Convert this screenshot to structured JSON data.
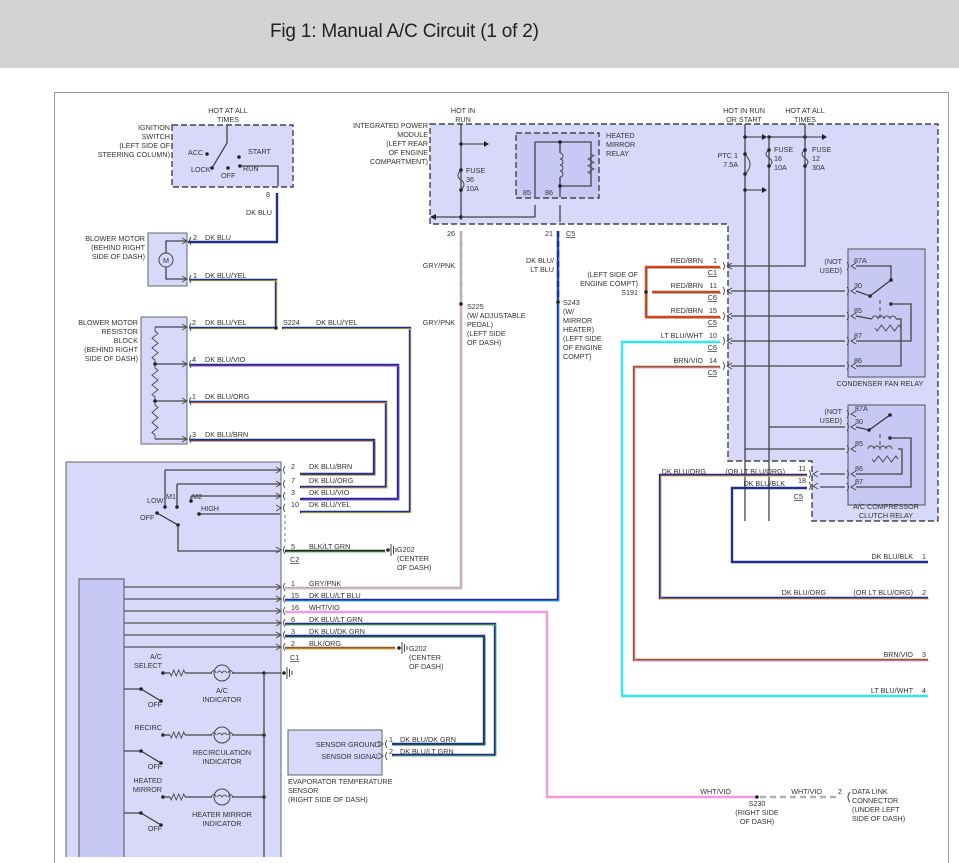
{
  "header": {
    "title": "Fig 1: Manual A/C Circuit (1 of 2)"
  },
  "colors": {
    "dk_blu": "#1e2f8f",
    "yel": "#f0e060",
    "vio": "#9a40d0",
    "org": "#f0a040",
    "brn": "#8b5a2b",
    "gry": "#b0b0b0",
    "pnk": "#f3b8c8",
    "lt_blu": "#3aa8e8",
    "red": "#e04020",
    "cyan": "#30e8f0",
    "wht_vio": "#f09ae0",
    "lt_grn": "#60c060",
    "dk_grn": "#1a6a3a",
    "blk": "#222222",
    "module_fill": "#d8d8fb"
  },
  "ignition_switch": {
    "label": [
      "IGNITION",
      "SWITCH",
      "(LEFT SIDE OF",
      "STEERING COLUMN)"
    ],
    "hot": [
      "HOT AT ALL",
      "TIMES"
    ],
    "positions": {
      "acc": "ACC",
      "lock": "LOCK",
      "off": "OFF",
      "start": "START",
      "run": "RUN"
    },
    "pin": "8",
    "wire": "DK BLU"
  },
  "ipm": {
    "label": [
      "INTEGRATED POWER",
      "MODULE",
      "(LEFT REAR",
      "OF ENGINE",
      "COMPARTMENT)"
    ],
    "hot_in_run": [
      "HOT IN",
      "RUN"
    ],
    "fuse36": [
      "FUSE",
      "36",
      "10A"
    ],
    "relay": [
      "HEATED",
      "MIRROR",
      "RELAY"
    ],
    "relay_pins": [
      "85",
      "86"
    ],
    "pins_bottom": [
      "26",
      "21"
    ],
    "connector": "C5",
    "hot_run_start": [
      "HOT IN RUN",
      "OR START"
    ],
    "hot_all": [
      "HOT AT ALL",
      "TIMES"
    ],
    "ptc1": [
      "PTC 1",
      "7.5A"
    ],
    "fuse16": [
      "FUSE",
      "16",
      "10A"
    ],
    "fuse12": [
      "FUSE",
      "12",
      "30A"
    ]
  },
  "blower_motor": {
    "label": [
      "BLOWER MOTOR",
      "(BEHIND RIGHT",
      "SIDE OF DASH)"
    ],
    "symbol": "M",
    "pins": [
      {
        "pin": "2",
        "wire": "DK BLU"
      },
      {
        "pin": "1",
        "wire": "DK BLU/YEL"
      }
    ]
  },
  "resistor_block": {
    "label": [
      "BLOWER MOTOR",
      "RESISTOR",
      "BLOCK",
      "(BEHIND RIGHT",
      "SIDE OF DASH)"
    ],
    "pins": [
      {
        "pin": "2",
        "wire": "DK BLU/YEL"
      },
      {
        "pin": "4",
        "wire": "DK BLU/VIO"
      },
      {
        "pin": "1",
        "wire": "DK BLU/ORG"
      },
      {
        "pin": "3",
        "wire": "DK BLU/BRN"
      }
    ]
  },
  "splices": {
    "s224": {
      "label": "S224",
      "wire": "DK BLU/YEL"
    },
    "s225": {
      "label": [
        "S225",
        "(W/ ADJUSTABLE",
        "PEDAL)",
        "(LEFT SIDE",
        "OF DASH)"
      ],
      "wire": "GRY/PNK"
    },
    "s243": {
      "label": [
        "S243",
        "(W/",
        "MIRROR",
        "HEATER)",
        "(LEFT SIDE",
        "OF ENGINE",
        "COMPT)"
      ],
      "wire": [
        "DK BLU/",
        "LT BLU"
      ]
    },
    "s191": {
      "label": [
        "(LEFT SIDE OF",
        "ENGINE COMPT)",
        "S191"
      ]
    },
    "s230": {
      "label": [
        "S230",
        "(RIGHT SIDE",
        "OF DASH)"
      ],
      "wire": "WHT/VIO"
    }
  },
  "ipm_right_pins": [
    {
      "wire": "RED/BRN",
      "pin": "1",
      "conn": "C1"
    },
    {
      "wire": "RED/BRN",
      "pin": "11",
      "conn": "C6"
    },
    {
      "wire": "RED/BRN",
      "pin": "15",
      "conn": "C5"
    },
    {
      "wire": "LT BLU/WHT",
      "pin": "10",
      "conn": "C6"
    },
    {
      "wire": "BRN/VIO",
      "pin": "14",
      "conn": "C5"
    }
  ],
  "condenser_relay": {
    "label": "CONDENSER FAN RELAY",
    "not_used": [
      "(NOT",
      "USED)"
    ],
    "pins": [
      "87A",
      "30",
      "85",
      "87",
      "86"
    ]
  },
  "compressor_relay": {
    "label": [
      "A/C COMPRESSOR",
      "CLUTCH RELAY"
    ],
    "not_used": [
      "(NOT",
      "USED)"
    ],
    "pins": [
      "87A",
      "30",
      "85",
      "86",
      "87"
    ],
    "out": [
      {
        "wire": "DK BLU/ORG",
        "alt": "(OR LT BLU/ORG)",
        "pin": "11"
      },
      {
        "wire": "DK BLU/BLK",
        "pin": "18"
      }
    ],
    "conn": "C5"
  },
  "control_head": {
    "blower_switch": {
      "low": "LOW",
      "m1": "M1",
      "m2": "M2",
      "high": "HIGH",
      "off": "OFF"
    },
    "c2_pins": [
      {
        "pin": "2",
        "wire": "DK BLU/BRN"
      },
      {
        "pin": "7",
        "wire": "DK BLU/ORG"
      },
      {
        "pin": "3",
        "wire": "DK BLU/VIO"
      },
      {
        "pin": "10",
        "wire": "DK BLU/YEL"
      },
      {
        "pin": "5",
        "wire": "BLK/LT GRN"
      }
    ],
    "c2": "C2",
    "c1_pins": [
      {
        "pin": "1",
        "wire": "GRY/PNK"
      },
      {
        "pin": "15",
        "wire": "DK BLU/LT BLU"
      },
      {
        "pin": "16",
        "wire": "WHT/VIO"
      },
      {
        "pin": "6",
        "wire": "DK BLU/LT GRN"
      },
      {
        "pin": "3",
        "wire": "DK BLU/DK GRN"
      },
      {
        "pin": "2",
        "wire": "BLK/ORG"
      }
    ],
    "c1": "C1",
    "ac": {
      "select": [
        "A/C",
        "SELECT"
      ],
      "off": "OFF",
      "indicator": [
        "A/C",
        "INDICATOR"
      ]
    },
    "recirc": {
      "select": "RECIRC",
      "off": "OFF",
      "indicator": [
        "RECIRCULATION",
        "INDICATOR"
      ]
    },
    "mirror": {
      "select": [
        "HEATED",
        "MIRROR"
      ],
      "off": "OFF",
      "indicator": [
        "HEATER MIRROR",
        "INDICATOR"
      ]
    }
  },
  "ground_g202": {
    "label": [
      "G202",
      "(CENTER",
      "OF DASH)"
    ]
  },
  "evap_sensor": {
    "pins": [
      {
        "label": "SENSOR GROUND",
        "pin": "1",
        "wire": "DK BLU/DK GRN"
      },
      {
        "label": "SENSOR SIGNAL",
        "pin": "2",
        "wire": "DK BLU/LT GRN"
      }
    ],
    "label": [
      "EVAPORATOR TEMPERATURE",
      "SENSOR",
      "(RIGHT SIDE OF DASH)"
    ]
  },
  "continuations": [
    {
      "wire": "DK BLU/BLK",
      "alt": "",
      "num": "1"
    },
    {
      "wire": "DK BLU/ORG",
      "alt": "(OR LT BLU/ORG)",
      "num": "2"
    },
    {
      "wire": "BRN/VIO",
      "alt": "",
      "num": "3"
    },
    {
      "wire": "LT BLU/WHT",
      "alt": "",
      "num": "4"
    }
  ],
  "dlc": {
    "pin": "2",
    "label": [
      "DATA LINK",
      "CONNECTOR",
      "(UNDER LEFT",
      "SIDE OF DASH)"
    ]
  }
}
